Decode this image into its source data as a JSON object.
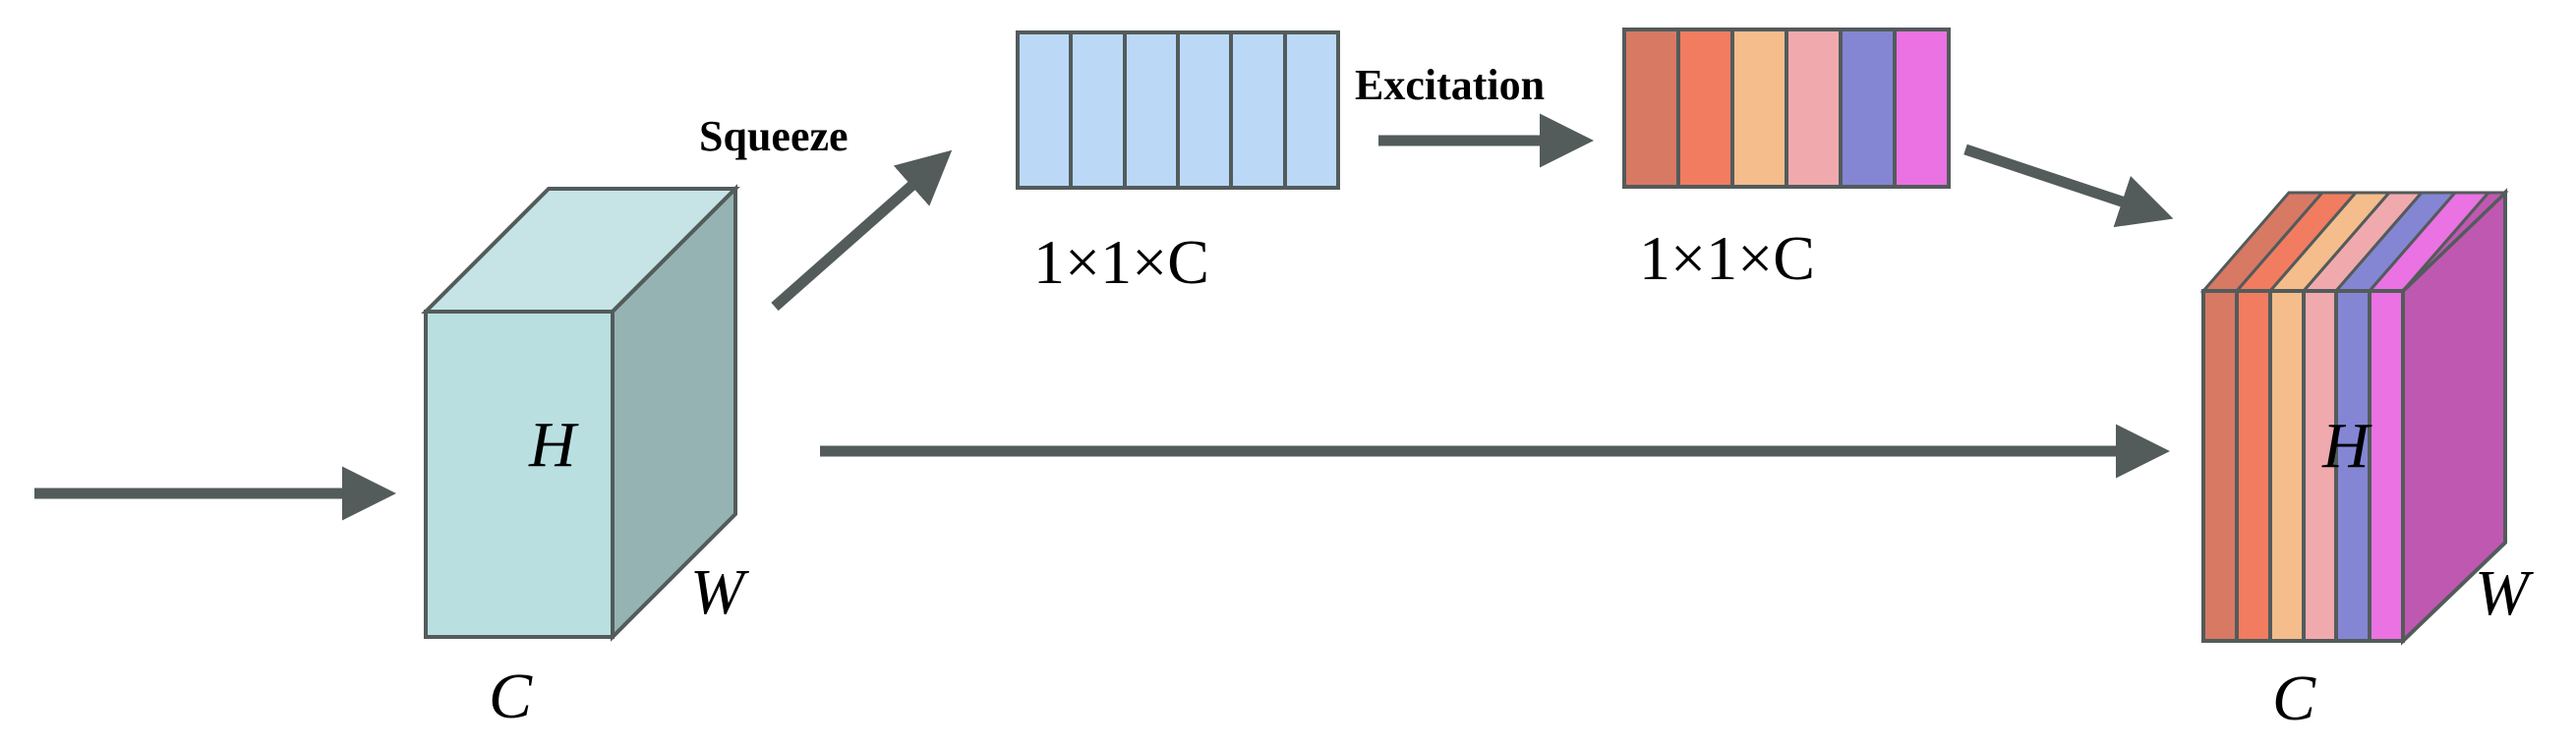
{
  "labels": {
    "squeeze": "Squeeze",
    "excitation": "Excitation",
    "vector_dim_1": "1×1×C",
    "vector_dim_2": "1×1×C",
    "input_h": "H",
    "input_w": "W",
    "input_c": "C",
    "output_h": "H",
    "output_w": "W",
    "output_c": "C"
  },
  "colors": {
    "arrow": "#535b5b",
    "outline": "#535b5b",
    "input_front": "#b9dfe1",
    "input_top": "#c6e4e5",
    "input_side": "#95b3b3",
    "squeeze_cells": "#bbd9f7",
    "excitation_cells": [
      "#d87964",
      "#f27c60",
      "#f4bd8b",
      "#f0aaad",
      "#8486d4",
      "#ea72e2"
    ],
    "output_side": "#bf58b1"
  }
}
